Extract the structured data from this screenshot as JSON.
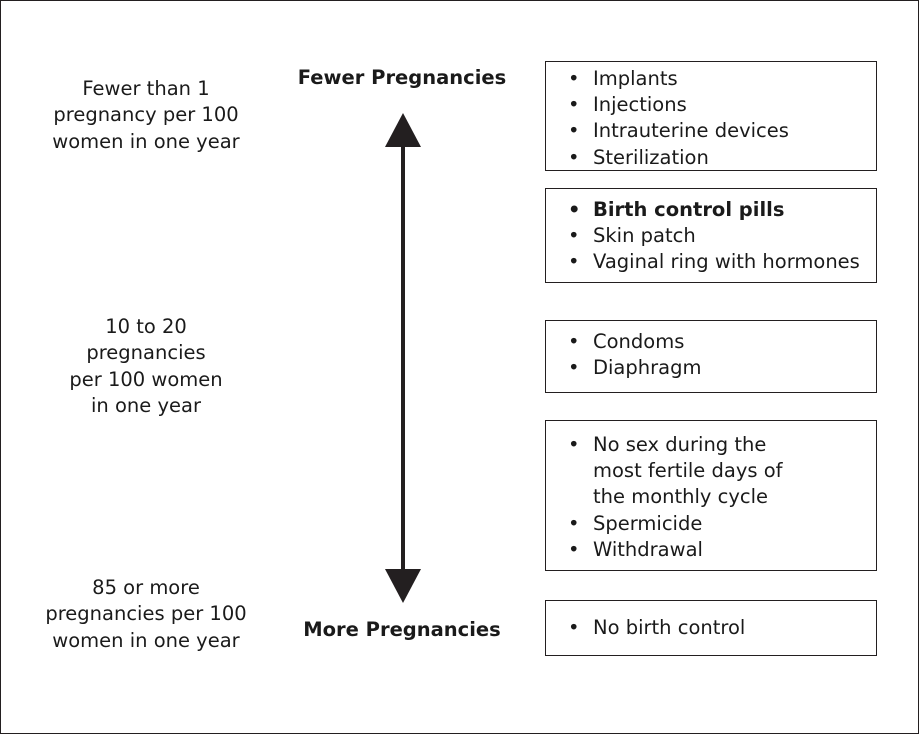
{
  "axis": {
    "top_label": "Fewer Pregnancies",
    "bottom_label": "More Pregnancies"
  },
  "rates": {
    "top": "Fewer than 1\npregnancy per 100\nwomen in one year",
    "middle": "10 to 20\npregnancies\nper 100 women\nin one year",
    "bottom": "85 or more\npregnancies per 100\nwomen in one year"
  },
  "groups": [
    {
      "items": [
        {
          "text": "Implants"
        },
        {
          "text": "Injections"
        },
        {
          "text": "Intrauterine devices"
        },
        {
          "text": "Sterilization"
        }
      ]
    },
    {
      "items": [
        {
          "text": "Birth control pills",
          "bold": true
        },
        {
          "text": "Skin patch"
        },
        {
          "text": "Vaginal ring with hormones"
        }
      ]
    },
    {
      "items": [
        {
          "text": "Condoms"
        },
        {
          "text": "Diaphragm"
        }
      ]
    },
    {
      "items": [
        {
          "text": "No sex during the\nmost fertile days of\nthe monthly cycle"
        },
        {
          "text": "Spermicide"
        },
        {
          "text": "Withdrawal"
        }
      ]
    },
    {
      "items": [
        {
          "text": "No birth control"
        }
      ]
    }
  ],
  "bullet_char": "•",
  "colors": {
    "ink": "#231f20",
    "background": "#ffffff"
  }
}
